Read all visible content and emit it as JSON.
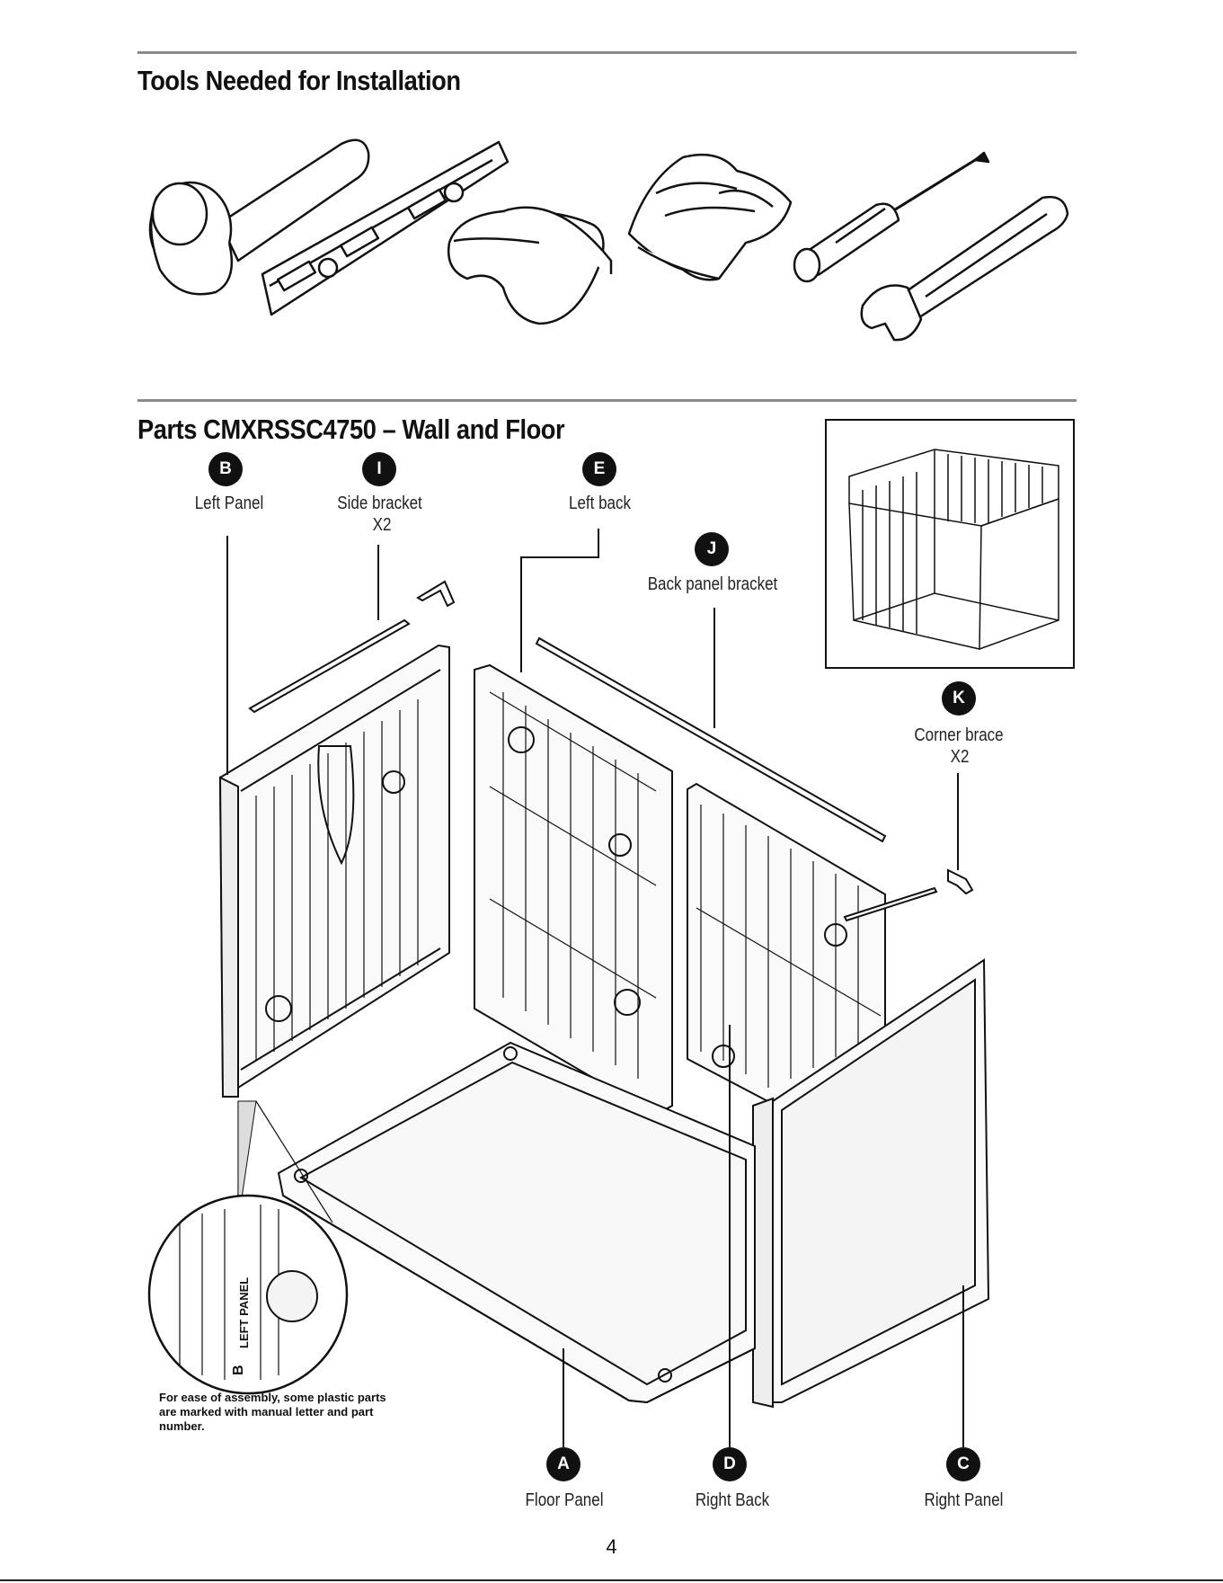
{
  "tools_section": {
    "title": "Tools Needed for Installation",
    "tools": [
      {
        "icon": "rubber-mallet-icon"
      },
      {
        "icon": "spirit-level-icon"
      },
      {
        "icon": "safety-glasses-icon"
      },
      {
        "icon": "work-gloves-icon"
      },
      {
        "icon": "screwdriver-icon"
      },
      {
        "icon": "adjustable-wrench-icon"
      }
    ]
  },
  "parts_section": {
    "title": "Parts CMXRSSC4750 – Wall and Floor",
    "parts": [
      {
        "letter": "B",
        "name": "Left Panel",
        "qty": ""
      },
      {
        "letter": "I",
        "name": "Side bracket",
        "qty": "X2"
      },
      {
        "letter": "E",
        "name": "Left back",
        "qty": ""
      },
      {
        "letter": "J",
        "name": "Back panel bracket",
        "qty": ""
      },
      {
        "letter": "K",
        "name": "Corner brace",
        "qty": "X2"
      },
      {
        "letter": "A",
        "name": "Floor Panel",
        "qty": ""
      },
      {
        "letter": "D",
        "name": "Right Back",
        "qty": ""
      },
      {
        "letter": "C",
        "name": "Right Panel",
        "qty": ""
      }
    ],
    "note": "For ease of assembly, some plastic parts are marked with manual letter and part number.",
    "detail_marking": "LEFT PANEL",
    "detail_letter": "B"
  },
  "page_number": "4",
  "colors": {
    "ink": "#111111",
    "rule": "#8a8a8a",
    "panel_fill": "#f4f4f4"
  }
}
